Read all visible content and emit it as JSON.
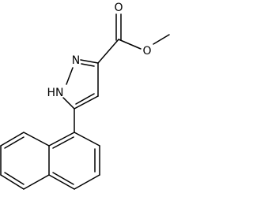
{
  "atom_labels": {
    "carbonyl_oxygen": "O",
    "ester_oxygen": "O",
    "pyrazole_n2": "N",
    "pyrazole_nh": "HN"
  },
  "colors": {
    "background": "#ffffff",
    "bonds": "#000000",
    "labels": "#000000"
  }
}
